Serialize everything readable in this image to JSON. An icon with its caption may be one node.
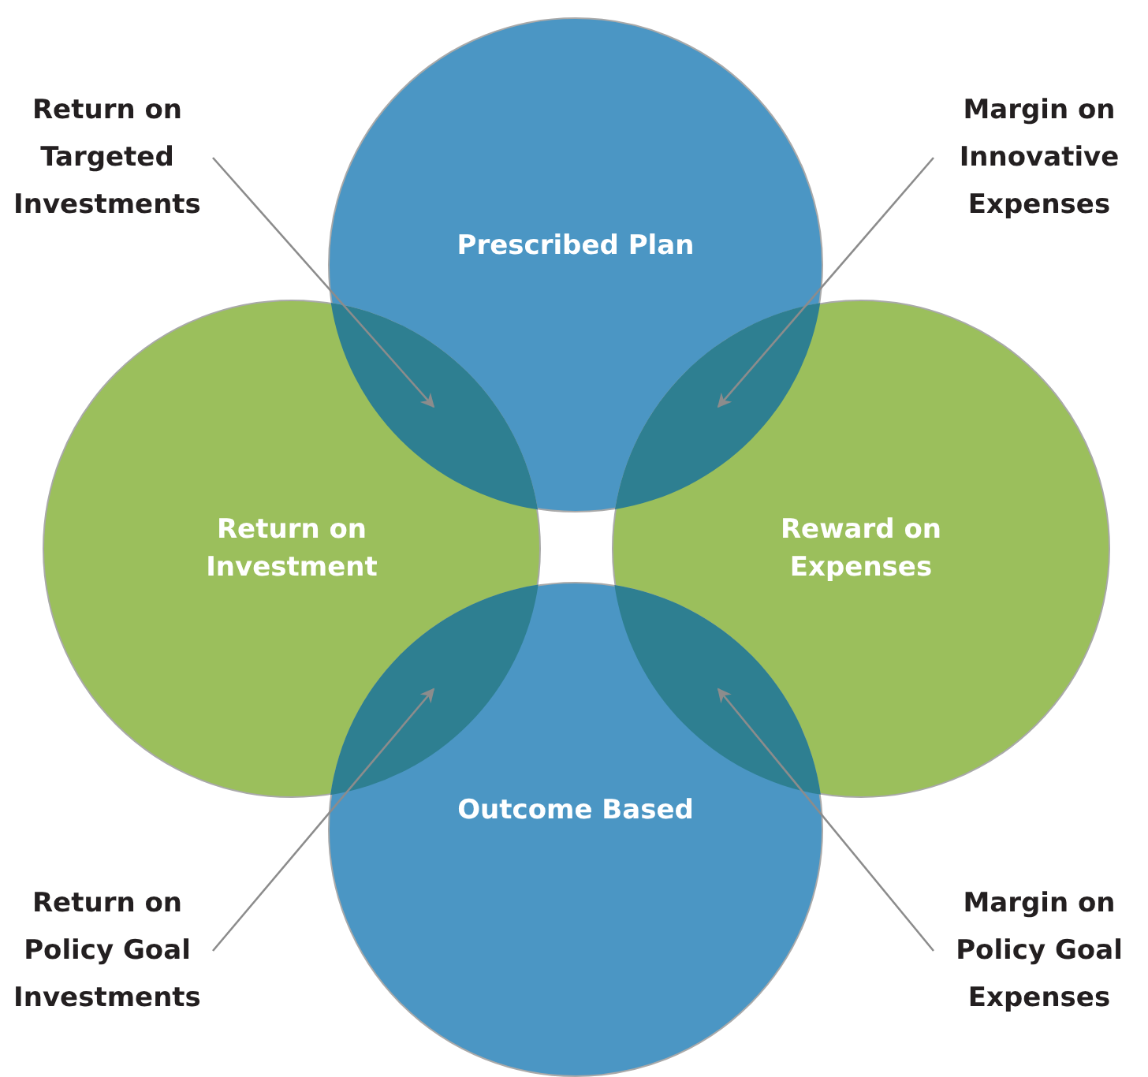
{
  "diagram": {
    "nodes": [
      {
        "text": [
          "Return on Targeted Investments"
        ]
      },
      {
        "text": [
          "Margin on Innovative Expenses"
        ]
      },
      {
        "text": [
          "Prescribed Plan"
        ]
      },
      {
        "text": [],
        "shape": "lens"
      },
      {
        "text": [],
        "shape": "lens"
      },
      {
        "text": [
          "Return on Investment"
        ]
      },
      {
        "text": [
          "Reward on Expenses"
        ]
      },
      {
        "text": [],
        "shape": "lens"
      },
      {
        "text": [],
        "shape": "lens"
      },
      {
        "text": [
          "Outcome Based"
        ]
      },
      {
        "text": [
          "Return on Policy Goal Investments"
        ]
      },
      {
        "text": [
          "Margin on Policy Goal Expenses"
        ]
      }
    ],
    "edges": [
      {
        "from": 0,
        "to": 3,
        "arrow": "to"
      },
      {
        "from": 1,
        "to": 4,
        "arrow": "to"
      },
      {
        "from": 10,
        "to": 7,
        "arrow": "to"
      },
      {
        "from": 11,
        "to": 8,
        "arrow": "to"
      }
    ]
  }
}
